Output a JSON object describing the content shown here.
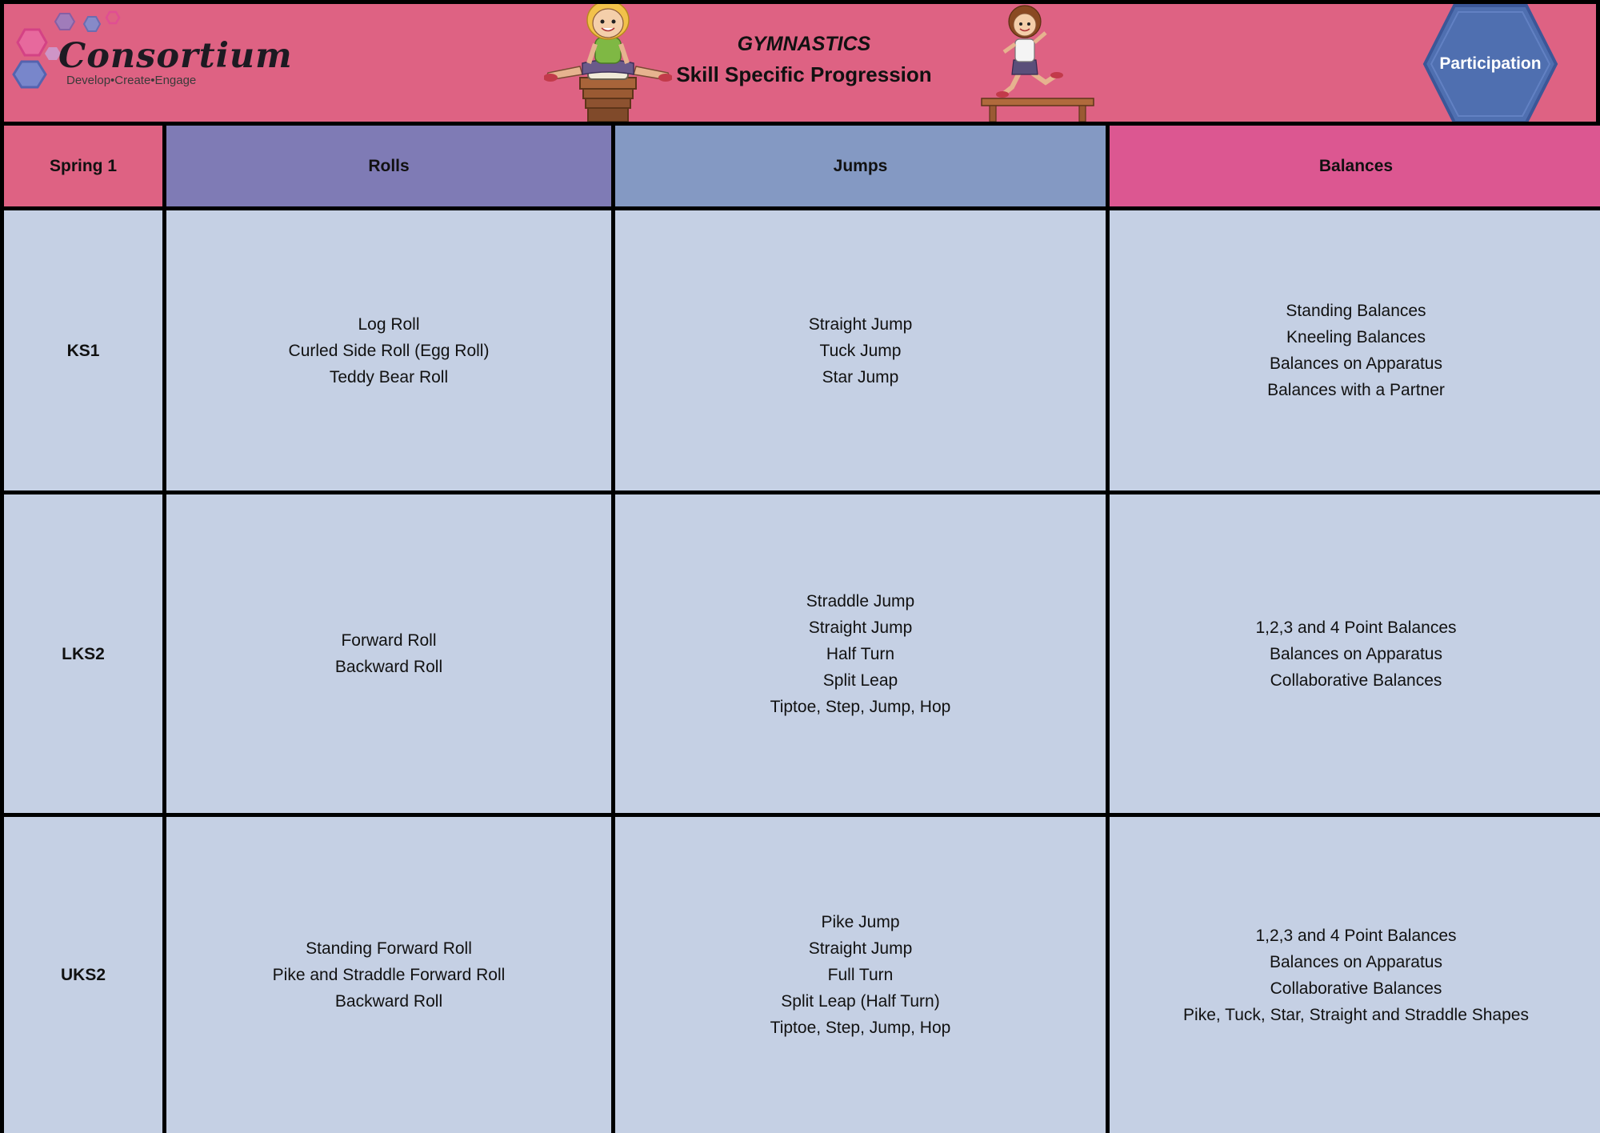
{
  "header": {
    "logo": {
      "name": "Consortium",
      "tagline": "Develop•Create•Engage"
    },
    "title_line1": "GYMNASTICS",
    "title_line2": "Skill Specific Progression",
    "badge": "Participation",
    "icons": [
      "hexagon-cluster-icon",
      "vaulting-girl-illustration",
      "beam-girl-illustration",
      "hexagon-badge-icon"
    ],
    "colors": {
      "header": "#de6283",
      "badge": "#4f6fb0"
    }
  },
  "table": {
    "corner": "Spring  1",
    "columns": [
      "Rolls",
      "Jumps",
      "Balances"
    ],
    "column_colors": [
      "#7f7bb5",
      "#8499c3",
      "#dc5791"
    ],
    "cell_color": "#c5d0e4",
    "rows": [
      {
        "stage": "KS1",
        "rolls": [
          "Log Roll",
          "Curled Side Roll (Egg Roll)",
          "Teddy Bear Roll"
        ],
        "jumps": [
          "Straight Jump",
          "Tuck Jump",
          "Star Jump"
        ],
        "balances": [
          "Standing Balances",
          "Kneeling Balances",
          "Balances on Apparatus",
          "Balances with a Partner"
        ]
      },
      {
        "stage": "LKS2",
        "rolls": [
          "Forward Roll",
          "Backward Roll"
        ],
        "jumps": [
          "Straddle Jump",
          "Straight Jump",
          "Half Turn",
          "Split Leap",
          "Tiptoe, Step, Jump, Hop"
        ],
        "balances": [
          "1,2,3 and 4 Point Balances",
          "Balances on Apparatus",
          "Collaborative Balances"
        ]
      },
      {
        "stage": "UKS2",
        "rolls": [
          "Standing Forward Roll",
          "Pike and Straddle Forward Roll",
          "Backward Roll"
        ],
        "jumps": [
          "Pike Jump",
          "Straight Jump",
          "Full Turn",
          "Split Leap (Half Turn)",
          "Tiptoe, Step, Jump, Hop"
        ],
        "balances": [
          "1,2,3 and 4 Point Balances",
          "Balances on Apparatus",
          "Collaborative Balances",
          "Pike, Tuck, Star, Straight and Straddle Shapes"
        ]
      }
    ]
  }
}
